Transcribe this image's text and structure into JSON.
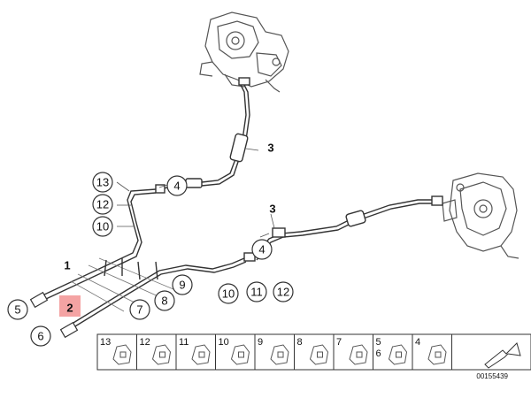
{
  "callouts": [
    {
      "label": "3",
      "style": "plain"
    },
    {
      "label": "4",
      "style": "circle"
    },
    {
      "label": "13",
      "style": "circle"
    },
    {
      "label": "12",
      "style": "circle"
    },
    {
      "label": "10",
      "style": "circle"
    },
    {
      "label": "3",
      "style": "plain"
    },
    {
      "label": "4",
      "style": "circle"
    },
    {
      "label": "1",
      "style": "plain"
    },
    {
      "label": "9",
      "style": "circle"
    },
    {
      "label": "10",
      "style": "circle"
    },
    {
      "label": "11",
      "style": "circle"
    },
    {
      "label": "12",
      "style": "circle"
    },
    {
      "label": "8",
      "style": "circle"
    },
    {
      "label": "7",
      "style": "circle"
    },
    {
      "label": "2",
      "style": "highlight"
    },
    {
      "label": "5",
      "style": "circle"
    },
    {
      "label": "6",
      "style": "circle"
    }
  ],
  "legend_strip": [
    {
      "label": "13"
    },
    {
      "label": "12"
    },
    {
      "label": "11"
    },
    {
      "label": "10"
    },
    {
      "label": "9"
    },
    {
      "label": "8"
    },
    {
      "label": "7"
    },
    {
      "label": "5\n6"
    },
    {
      "label": "4"
    }
  ],
  "diagram_id": "00155439",
  "colors": {
    "line": "#333333",
    "highlight": "#f4a3a3",
    "parts": "#555555"
  }
}
